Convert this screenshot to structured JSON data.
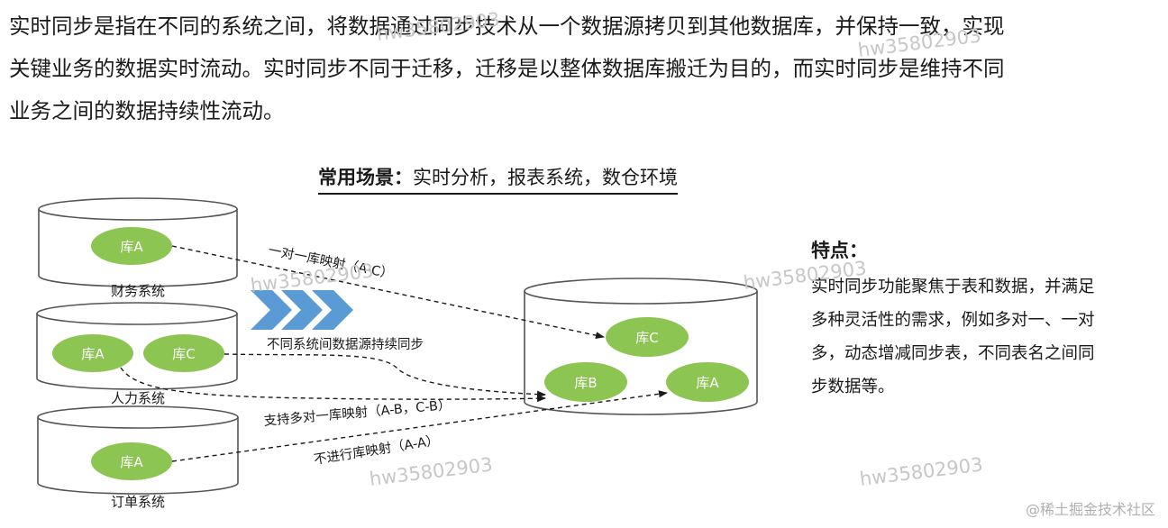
{
  "intro_lines": [
    "实时同步是指在不同的系统之间，将数据通过同步技术从一个数据源拷贝到其他数据库，并保持一致，实现",
    "关键业务的数据实时流动。实时同步不同于迁移，迁移是以整体数据库搬迁为目的，而实时同步是维持不同",
    "业务之间的数据持续性流动。"
  ],
  "scenario": {
    "label": "常用场景：",
    "text": "实时分析，报表系统，数仓环境"
  },
  "systems": [
    {
      "name": "财务系统",
      "dbs": [
        "库A"
      ]
    },
    {
      "name": "人力系统",
      "dbs": [
        "库A",
        "库C"
      ]
    },
    {
      "name": "订单系统",
      "dbs": [
        "库A"
      ]
    }
  ],
  "target": {
    "dbs": [
      "库C",
      "库B",
      "库A"
    ]
  },
  "arrow_labels": [
    "一对一库映射（A-C）",
    "不同系统间数据源持续同步",
    "支持多对一库映射（A-B，C-B）",
    "不进行库映射（A-A）"
  ],
  "features": {
    "title": "特点：",
    "lines": [
      "实时同步功能聚焦于表和数据，并满足",
      "多种灵活性的需求，例如多对一、一对",
      "多，动态增减同步表，不同表名之间同",
      "步数据等。"
    ]
  },
  "watermarks": [
    "hw35802903",
    "hw35802903",
    "hw35802903",
    "hw35802903",
    "hw35802903",
    "hw35802903"
  ],
  "footer": "@稀土掘金技术社区",
  "colors": {
    "db_fill": "#8dc553",
    "chevron": "#5b9bd5",
    "stroke": "#555555"
  }
}
